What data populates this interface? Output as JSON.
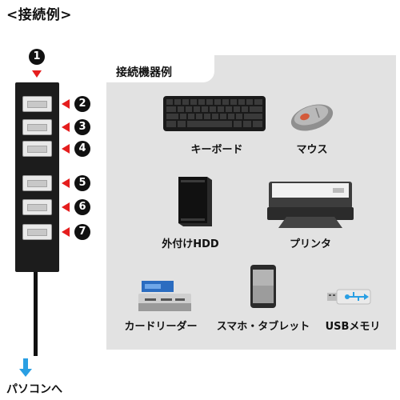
{
  "page_title": "<接続例>",
  "hub": {
    "top_badge": "1",
    "ports": [
      {
        "number": "2"
      },
      {
        "number": "3"
      },
      {
        "number": "4"
      },
      {
        "number": "5"
      },
      {
        "number": "6"
      },
      {
        "number": "7"
      }
    ],
    "pc_label": "パソコンへ"
  },
  "panel": {
    "title": "接続機器例",
    "devices": [
      {
        "label": "キーボード",
        "icon": "keyboard-icon"
      },
      {
        "label": "マウス",
        "icon": "mouse-icon"
      },
      {
        "label": "外付けHDD",
        "icon": "hdd-icon"
      },
      {
        "label": "プリンタ",
        "icon": "printer-icon"
      },
      {
        "label": "カードリーダー",
        "icon": "card-reader-icon"
      },
      {
        "label": "スマホ・タブレット",
        "icon": "smartphone-icon"
      },
      {
        "label": "USBメモリ",
        "icon": "usb-memory-icon"
      }
    ]
  },
  "colors": {
    "accent_red": "#e51d1d",
    "accent_blue": "#2a9fe3",
    "panel_bg": "#e2e2e2",
    "hub_body": "#1c1c1c"
  }
}
